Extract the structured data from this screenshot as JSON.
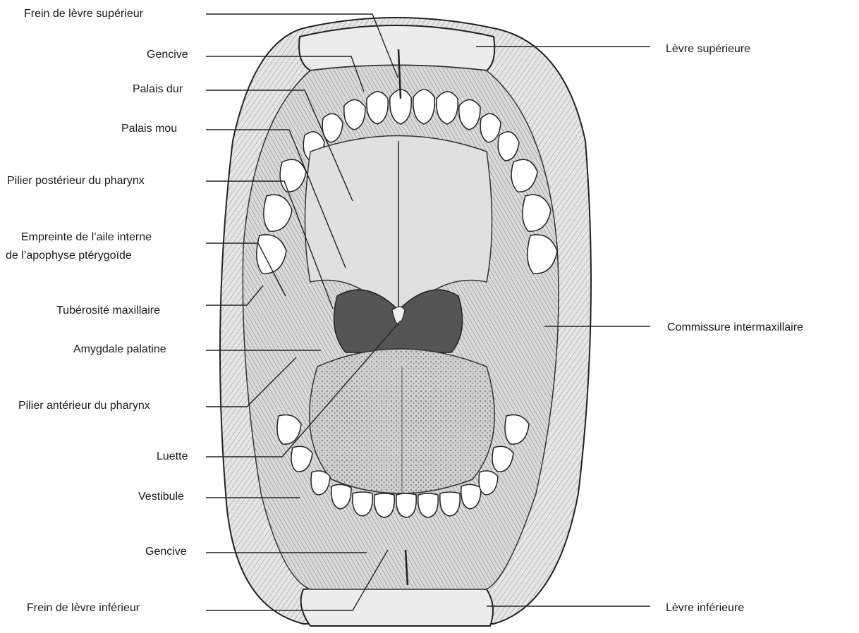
{
  "labels_left": {
    "frein_superieur": "Frein de lèvre supérieur",
    "gencive_haut": "Gencive",
    "palais_dur": "Palais dur",
    "palais_mou": "Palais mou",
    "pilier_posterieur": "Pilier postérieur du pharynx",
    "empreinte_1": "Empreinte de l’aile interne",
    "empreinte_2": "de l’apophyse ptérygoïde",
    "tuberosite": "Tubérosité maxillaire",
    "amygdale": "Amygdale palatine",
    "pilier_anterieur": "Pilier antérieur du pharynx",
    "luette": "Luette",
    "vestibule": "Vestibule",
    "gencive_bas": "Gencive",
    "frein_inferieur": "Frein de lèvre inférieur"
  },
  "labels_right": {
    "levre_superieure": "Lèvre supérieure",
    "commissure": "Commissure intermaxillaire",
    "levre_inferieure": "Lèvre inférieure"
  },
  "colors": {
    "ink": "#1a1a1a",
    "mucosa": "#d6d6d6",
    "lip": "#e4e4e4",
    "throat": "#4a4a4a",
    "tongue": "#c9c9c9",
    "teeth": "#ffffff"
  }
}
